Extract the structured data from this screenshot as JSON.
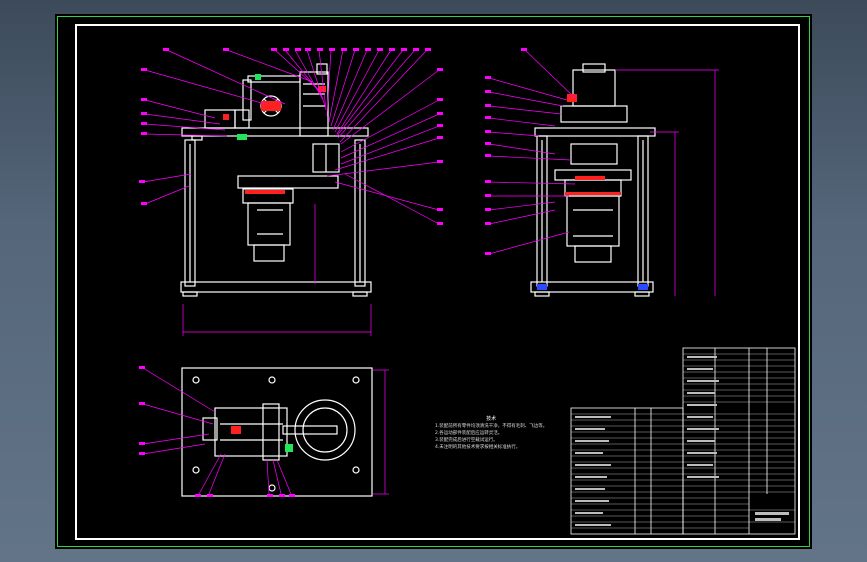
{
  "drawing": {
    "notes_title": "技术",
    "notes": [
      "1.装配前所有零件均须清洗干净，不得有毛刺、飞边等。",
      "2.各运动部件装配后应运转灵活。",
      "3.装配完成后进行空载试运行。",
      "4.未注明的其他技术要求按相关标准执行。"
    ]
  },
  "colors": {
    "background": "#000000",
    "geometry": "#ffffff",
    "annotation": "#ff00ff",
    "frame": "#2fd34a",
    "accent_red": "#ff2020",
    "accent_green": "#21e65a"
  }
}
